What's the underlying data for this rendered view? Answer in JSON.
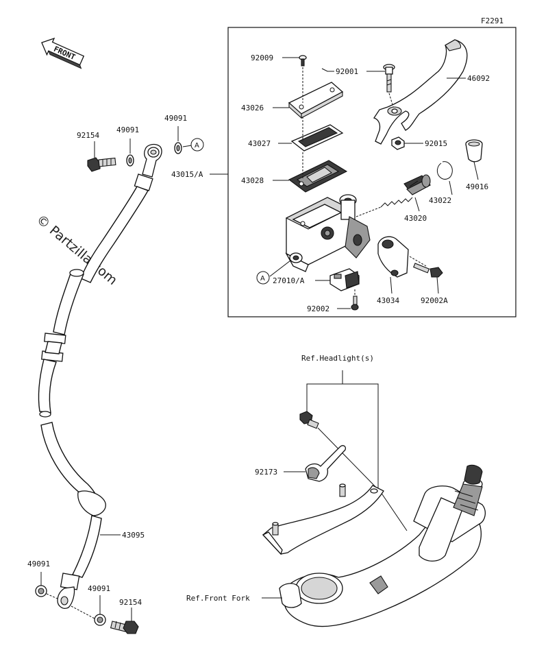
{
  "figure_code": "F2291",
  "front_label": "FRONT",
  "watermark": "© Partzilla.com",
  "part_labels": {
    "p92009": "92009",
    "p92001": "92001",
    "p46092": "46092",
    "p43026": "43026",
    "p43027": "43027",
    "p92015": "92015",
    "p43015A": "43015/A",
    "p43028": "43028",
    "p49016": "49016",
    "p43022": "43022",
    "p43020": "43020",
    "p27010A": "27010/A",
    "p43034": "43034",
    "p92002A": "92002A",
    "p92002": "92002",
    "p92154_top": "92154",
    "p49091_top1": "49091",
    "p49091_top2": "49091",
    "p43095": "43095",
    "p49091_bot1": "49091",
    "p49091_bot2": "49091",
    "p92154_bot": "92154",
    "p92173": "92173"
  },
  "callouts": {
    "a1": "A",
    "a2": "A"
  },
  "references": {
    "headlight": "Ref.Headlight(s)",
    "front_fork": "Ref.Front Fork"
  },
  "colors": {
    "line": "#111111",
    "dark_fill": "#3a3a3a",
    "mid_fill": "#9a9a9a"
  }
}
